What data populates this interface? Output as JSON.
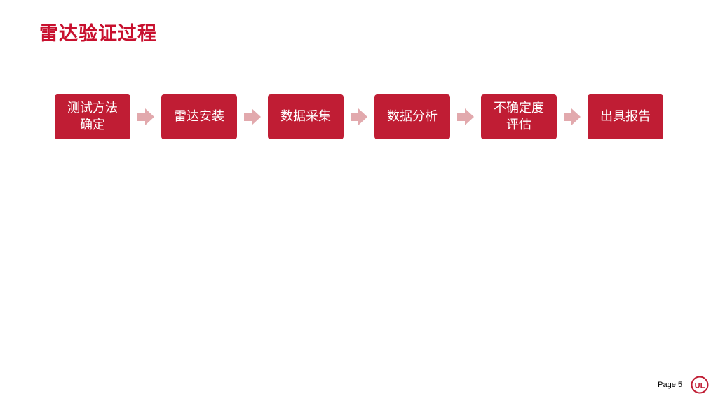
{
  "title": "雷达验证过程",
  "steps": [
    {
      "label": "测试方法\n确定"
    },
    {
      "label": "雷达安装"
    },
    {
      "label": "数据采集"
    },
    {
      "label": "数据分析"
    },
    {
      "label": "不确定度\n评估"
    },
    {
      "label": "出具报告"
    }
  ],
  "footer": {
    "page_label": "Page 5",
    "logo_text": "UL"
  },
  "colors": {
    "title": "#c8102e",
    "step_box": "#c01d34",
    "arrow": "#e2a9ad",
    "logo": "#c01d34"
  },
  "icons": {
    "arrow": "arrow-right-icon",
    "logo": "ul-logo-icon"
  }
}
